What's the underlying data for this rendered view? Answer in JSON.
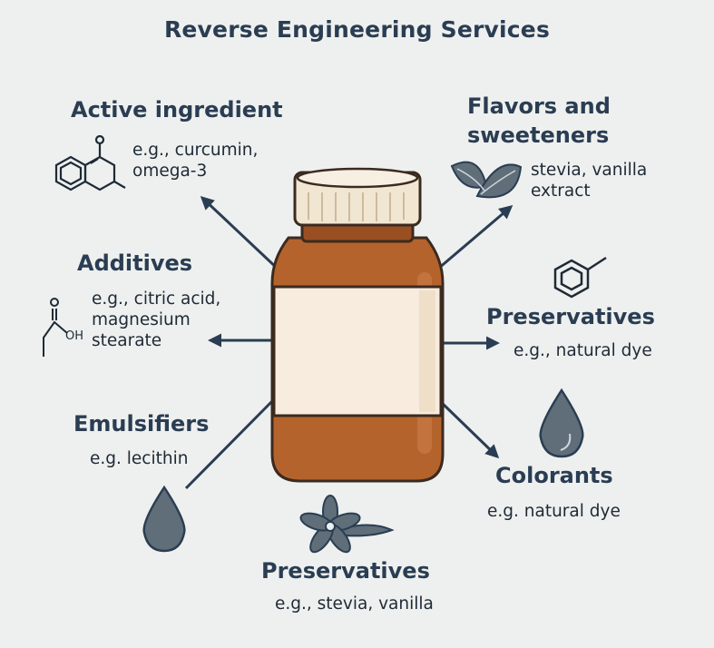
{
  "title": "Reverse Engineering Services",
  "nodes": {
    "active_ingredient": {
      "heading": "Active ingredient",
      "example": "e.g., curcumin,\nomega-3"
    },
    "flavors": {
      "heading": "Flavors and\nsweeteners",
      "example": "stevia, vanilla\nextract"
    },
    "additives": {
      "heading": "Additives",
      "example": "e.g., citric acid,\nmagnesium\nstearate"
    },
    "preservatives_right": {
      "heading": "Preservatives",
      "example": "e.g., natural dye"
    },
    "emulsifiers": {
      "heading": "Emulsifiers",
      "example": "e.g. lecithin"
    },
    "colorants": {
      "heading": "Colorants",
      "example": "e.g. natural dye"
    },
    "preservatives_bottom": {
      "heading": "Preservatives",
      "example": "e.g., stevia, vanilla"
    }
  },
  "molecule_label": "OH",
  "colors": {
    "background": "#eef0ef",
    "heading": "#2a3d52",
    "arrow": "#2a3d52",
    "jar_body": "#b5632c",
    "jar_label": "#f7ecde",
    "jar_cap": "#f1e6d2",
    "icon_fill": "#5f6e79"
  },
  "icons": [
    "molecule-icon",
    "leaf-icon",
    "carboxylic-acid-icon",
    "benzene-icon",
    "droplet-icon",
    "vanilla-flower-icon"
  ]
}
